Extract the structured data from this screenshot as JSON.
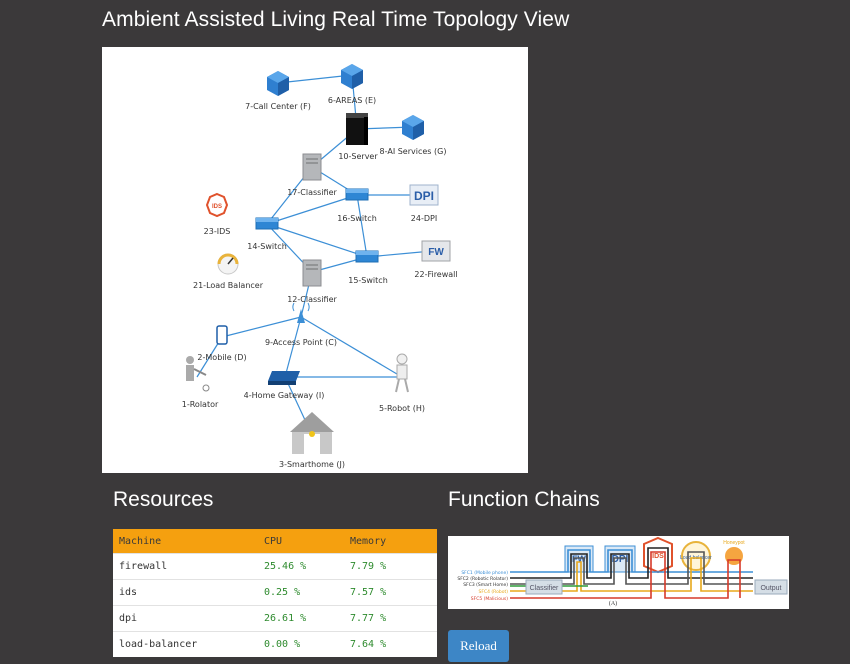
{
  "page": {
    "title": "Ambient Assisted Living Real Time Topology View"
  },
  "topology": {
    "nodes": [
      {
        "id": "7",
        "label": "7-Call Center (F)",
        "icon": "cube-icon"
      },
      {
        "id": "6",
        "label": "6-AREAS (E)",
        "icon": "cube-icon"
      },
      {
        "id": "10",
        "label": "10-Server",
        "icon": "server-icon"
      },
      {
        "id": "8",
        "label": "8-AI Services (G)",
        "icon": "cube-icon"
      },
      {
        "id": "17",
        "label": "17-Classifier",
        "icon": "tower-icon"
      },
      {
        "id": "16",
        "label": "16-Switch",
        "icon": "switch-icon"
      },
      {
        "id": "24",
        "label": "24-DPI",
        "icon": "dpi-icon"
      },
      {
        "id": "23",
        "label": "23-IDS",
        "icon": "ids-icon"
      },
      {
        "id": "14",
        "label": "14-Switch",
        "icon": "switch-icon"
      },
      {
        "id": "15",
        "label": "15-Switch",
        "icon": "switch-icon"
      },
      {
        "id": "22",
        "label": "22-Firewall",
        "icon": "firewall-icon"
      },
      {
        "id": "21",
        "label": "21-Load Balancer",
        "icon": "gauge-icon"
      },
      {
        "id": "12",
        "label": "12-Classifier",
        "icon": "tower-icon"
      },
      {
        "id": "9",
        "label": "9-Access Point (C)",
        "icon": "antenna-icon"
      },
      {
        "id": "2",
        "label": "2-Mobile (D)",
        "icon": "phone-icon"
      },
      {
        "id": "1",
        "label": "1-Rolator",
        "icon": "rolator-icon"
      },
      {
        "id": "4",
        "label": "4-Home Gateway (I)",
        "icon": "gateway-icon"
      },
      {
        "id": "5",
        "label": "5-Robot (H)",
        "icon": "robot-icon"
      },
      {
        "id": "3",
        "label": "3-Smarthome (J)",
        "icon": "house-icon"
      }
    ],
    "dpi_text": "DPI",
    "fw_text": "FW",
    "ids_text": "IDS"
  },
  "resources": {
    "title": "Resources",
    "columns": [
      "Machine",
      "CPU",
      "Memory"
    ],
    "rows": [
      {
        "machine": "firewall",
        "cpu": "25.46 %",
        "memory": "7.79 %"
      },
      {
        "machine": "ids",
        "cpu": "0.25 %",
        "memory": "7.57 %"
      },
      {
        "machine": "dpi",
        "cpu": "26.61 %",
        "memory": "7.77 %"
      },
      {
        "machine": "load-balancer",
        "cpu": "0.00 %",
        "memory": "7.64 %"
      }
    ]
  },
  "function_chains": {
    "title": "Function Chains",
    "sfc_labels": [
      "SFC1 (Mobile phone)",
      "SFC2 (Robotic Rolator)",
      "SFC3 (Smart Home)",
      "SFC4 (Robot)",
      "SFC5 (Malicious)"
    ],
    "classifier": "Classifier",
    "output": "Output",
    "caption": "(A)",
    "box_labels": [
      "FW",
      "DPI",
      "IDS",
      "Load balancer",
      "Honeypot"
    ]
  },
  "reload_label": "Reload",
  "colors": {
    "background": "#3b393a",
    "table_header": "#f5a00f",
    "button": "#3d86c6",
    "link_line": "#3c8fd6"
  }
}
